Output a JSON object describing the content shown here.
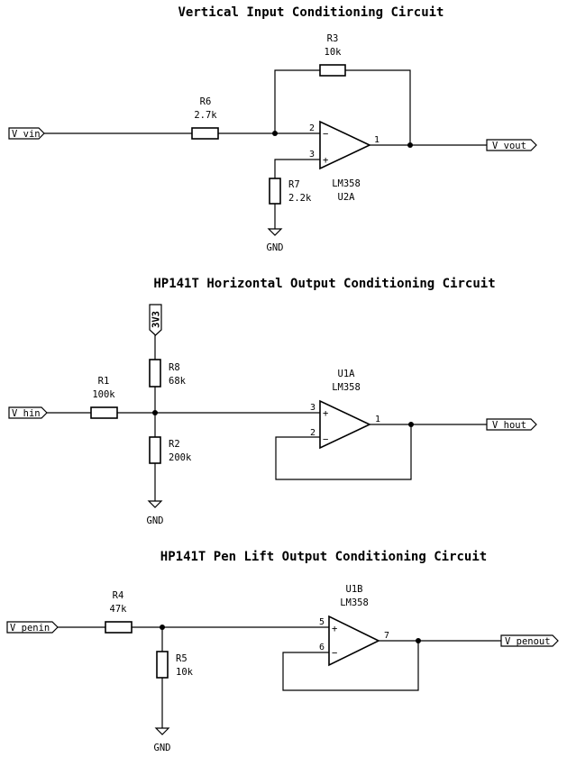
{
  "sections": {
    "vertical": {
      "title": "Vertical Input Conditioning Circuit",
      "input_label": "V_vin",
      "output_label": "V_vout",
      "r6": {
        "ref": "R6",
        "value": "2.7k"
      },
      "r3": {
        "ref": "R3",
        "value": "10k"
      },
      "r7": {
        "ref": "R7",
        "value": "2.2k"
      },
      "opamp": {
        "part": "LM358",
        "ref": "U2A",
        "pin_minus": "2",
        "pin_plus": "3",
        "pin_out": "1"
      },
      "gnd": "GND"
    },
    "horizontal": {
      "title": "HP141T Horizontal Output Conditioning Circuit",
      "power_label": "3V3",
      "input_label": "V_hin",
      "output_label": "V_hout",
      "r1": {
        "ref": "R1",
        "value": "100k"
      },
      "r8": {
        "ref": "R8",
        "value": "68k"
      },
      "r2": {
        "ref": "R2",
        "value": "200k"
      },
      "opamp": {
        "ref": "U1A",
        "part": "LM358",
        "pin_plus": "3",
        "pin_minus": "2",
        "pin_out": "1"
      },
      "gnd": "GND"
    },
    "penlift": {
      "title": "HP141T Pen Lift Output Conditioning Circuit",
      "input_label": "V_penin",
      "output_label": "V_penout",
      "r4": {
        "ref": "R4",
        "value": "47k"
      },
      "r5": {
        "ref": "R5",
        "value": "10k"
      },
      "opamp": {
        "ref": "U1B",
        "part": "LM358",
        "pin_plus": "5",
        "pin_minus": "6",
        "pin_out": "7"
      },
      "gnd": "GND"
    }
  }
}
